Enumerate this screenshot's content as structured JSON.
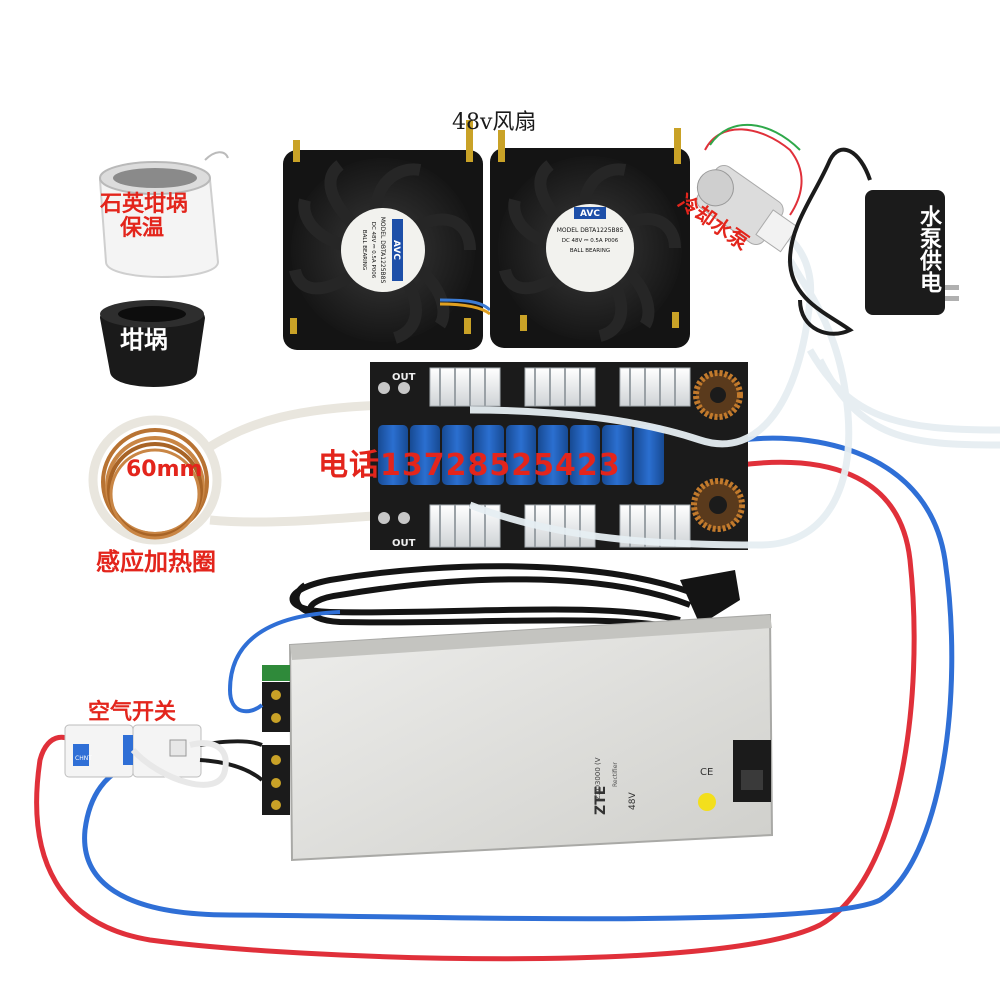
{
  "labels": {
    "fan_title": "48v风扇",
    "quartz_line1": "石英坩埚",
    "quartz_line2": "保温",
    "crucible": "坩埚",
    "coil_size": "60mm",
    "coil_name": "感应加热圈",
    "pump": "冷却水泵",
    "pump_power": "水泵供电",
    "phone": "电话13728525423",
    "air_switch": "空气开关"
  },
  "fan_left": {
    "brand": "AVC",
    "model": "MODEL DBTA1225B8S",
    "rating": "DC 48V ⎓ 0.5A P006",
    "bearing": "BALL BEARING"
  },
  "fan_right": {
    "brand": "AVC",
    "model": "MODEL DBTA1225B8S",
    "rating": "DC 48V ⎓ 0.5A P006",
    "bearing": "BALL BEARING"
  },
  "board": {
    "out_top": "OUT",
    "out_bottom": "OUT"
  },
  "psu": {
    "brand": "ZTE",
    "model": "ZXD3000 (V",
    "type": "Rectifier",
    "voltage": "48V",
    "ce": "CE"
  },
  "breaker": {
    "brand": "CHNT"
  },
  "colors": {
    "label_red": "#e3251c",
    "wire_red": "#e0303a",
    "wire_blue": "#2f6fd6",
    "board_black": "#1b1b1b",
    "capacitor_blue": "#1f5fb8",
    "copper": "#b87333",
    "psu_silver": "#d9d9d6"
  }
}
